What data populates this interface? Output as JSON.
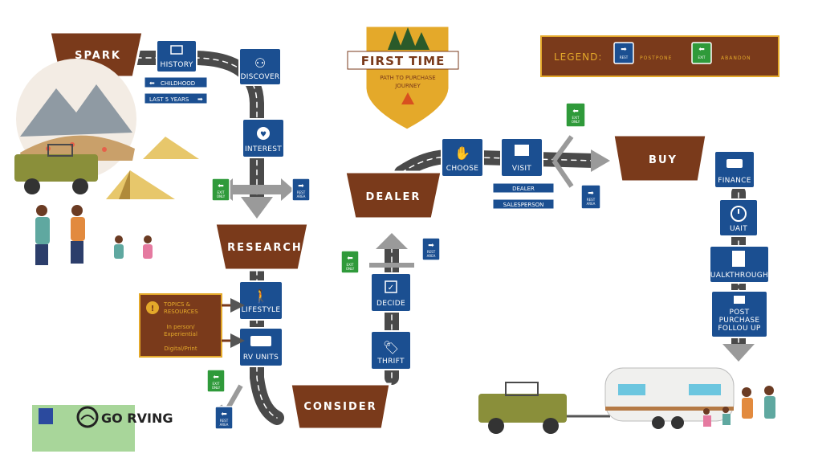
{
  "title": {
    "line1": "FIRST TIME",
    "line2": "PATH TO PURCHASE",
    "line3": "JOURNEY"
  },
  "legend": {
    "label": "LEGEND:",
    "rest_sign": "REST AREA",
    "postpone": "POSTPONE",
    "exit_sign": "EXIT ONLY",
    "abandon": "ABANDON"
  },
  "stages": {
    "spark": "SPARK",
    "research": "RESEARCH",
    "consider": "CONSIDER",
    "dealer": "DEALER",
    "buy": "BUY"
  },
  "steps": {
    "history": "HISTORY",
    "discover": "DISCOVER",
    "interest": "INTEREST",
    "lifestyle": "LIFESTYLE",
    "rv_units": "RV UNITS",
    "thrift": "THRIFT",
    "decide": "DECIDE",
    "choose": "CHOOSE",
    "visit": "VISIT",
    "finance": "FINANCE",
    "wait": "UAIT",
    "walkthrough": "UALKTHROUGH",
    "post_purchase": [
      "POST",
      "PURCHASE",
      "FOLLOU UP"
    ]
  },
  "notes": {
    "childhood": "CHILDHOOD",
    "last_years": "LAST 5 YEARS",
    "dealer": "DEALER",
    "salesperson": "SALESPERSON"
  },
  "topics": {
    "title": [
      "TOPICS &",
      "RESOURCES"
    ],
    "in_person": [
      "In person/",
      "Experiential"
    ],
    "digital": "Digital/Print"
  },
  "signs": {
    "rest": [
      "REST",
      "AREA"
    ],
    "exit": [
      "EXIT",
      "ONLY"
    ]
  },
  "brand": {
    "gorving": "GO RVING"
  },
  "colors": {
    "brown": "#7a3a1b",
    "blue": "#1b4f91",
    "green": "#2f9a3a",
    "gold": "#e4a92a",
    "road": "#555555"
  }
}
